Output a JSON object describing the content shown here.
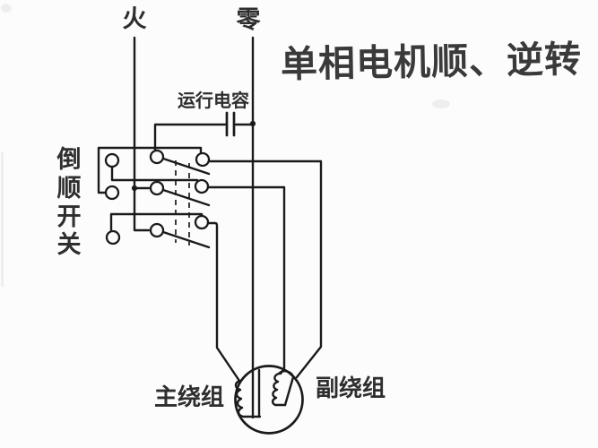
{
  "colors": {
    "ink": "#1a1a1a",
    "label": "#2e2e2e",
    "title": "#3a3a3a",
    "background": "#fcfcfc"
  },
  "diagram": {
    "title": "单相电机顺、逆转",
    "labels": {
      "live": "火",
      "neutral": "零",
      "capacitor": "运行电容",
      "switch_chars": [
        "倒",
        "顺",
        "开",
        "关"
      ],
      "main_winding": "主绕组",
      "aux_winding": "副绕组"
    }
  }
}
